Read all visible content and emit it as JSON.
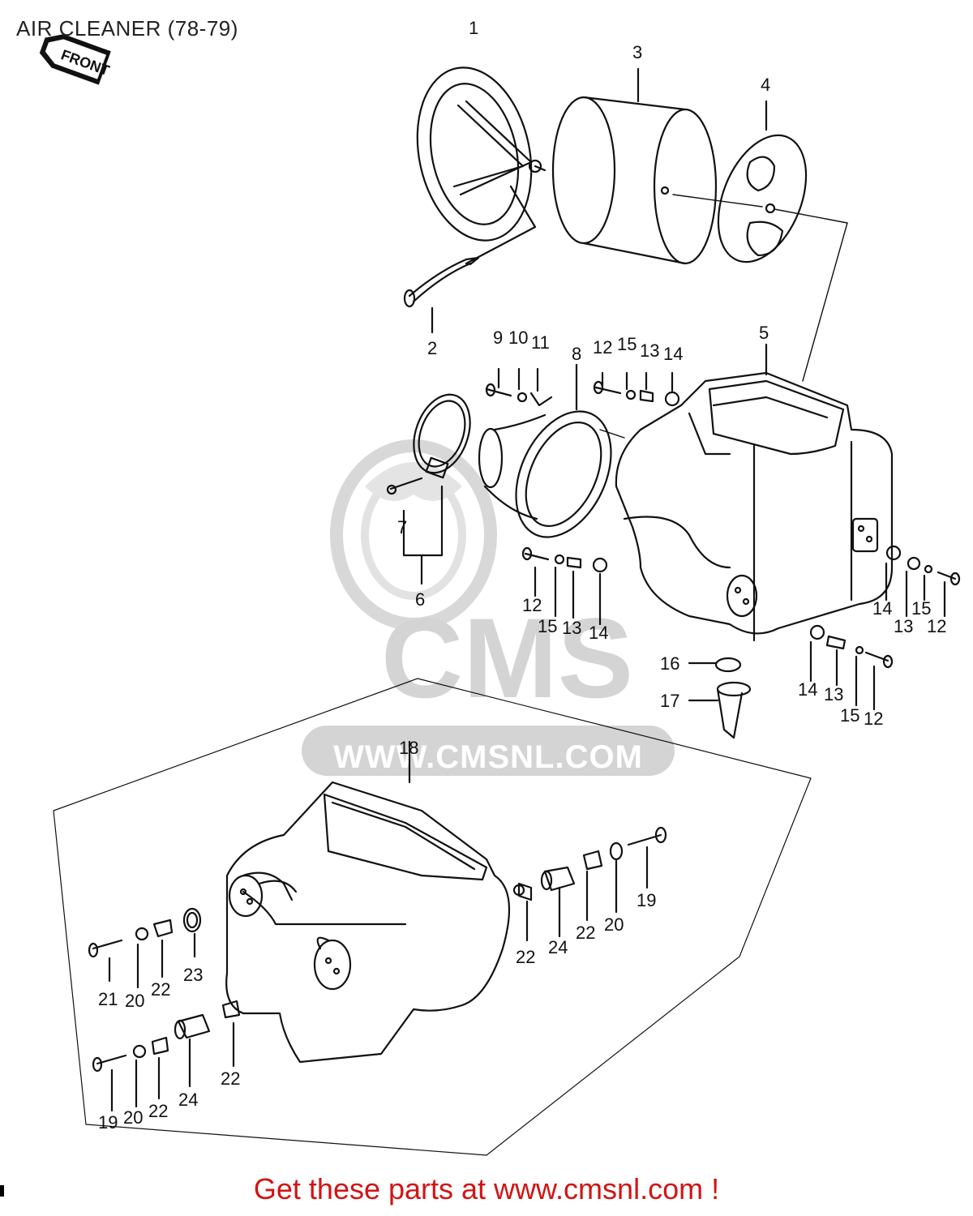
{
  "title": "AIR CLEANER (78-79)",
  "front_badge_text": "FRONT",
  "watermark": {
    "logo_text": "CMS",
    "url_text": "WWW.CMSNL.COM"
  },
  "footer_cta": "Get these parts at www.cmsnl.com !",
  "callouts": {
    "c1": "1",
    "c2": "2",
    "c3": "3",
    "c4": "4",
    "c5": "5",
    "c6": "6",
    "c7": "7",
    "c8": "8",
    "c9": "9",
    "c10": "10",
    "c11": "11",
    "c12a": "12",
    "c15a": "15",
    "c13a": "13",
    "c14a": "14",
    "c12b": "12",
    "c15b": "15",
    "c13b": "13",
    "c14b": "14",
    "c14c": "14",
    "c13c": "13",
    "c15c": "15",
    "c12c": "12",
    "c16": "16",
    "c17": "17",
    "c14d": "14",
    "c13d": "13",
    "c15d": "15",
    "c12d": "12",
    "c18": "18",
    "c19a": "19",
    "c20a": "20",
    "c22a": "22",
    "c24a": "24",
    "c22b": "22",
    "c21": "21",
    "c20b": "20",
    "c22c": "22",
    "c23": "23",
    "c19b": "19",
    "c20c": "20",
    "c22d": "22",
    "c24b": "24",
    "c22e": "22"
  },
  "colors": {
    "line": "#111111",
    "footer": "#d21414",
    "watermark": "#cfcfcf"
  }
}
